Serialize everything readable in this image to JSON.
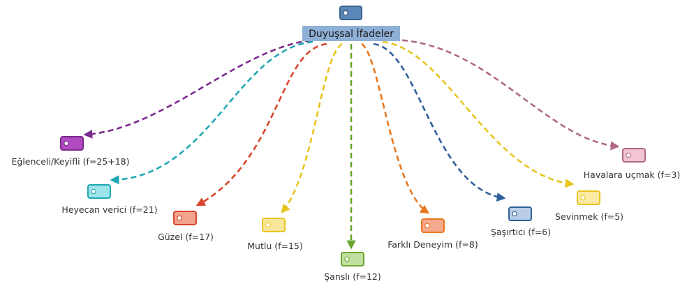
{
  "root": {
    "label": "Duyuşsal İfadeler",
    "icon": "tag-icon",
    "color": "#5a87b8",
    "highlight": "#8fb0d6"
  },
  "branches": [
    {
      "id": "eglenceli",
      "label": "Eğlenceli/Keyifli (f=25+18)",
      "color": "#7b2a8c",
      "fill": "#b14bc2",
      "icon": "tag-icon"
    },
    {
      "id": "heyecan",
      "label": "Heyecan verici (f=21)",
      "color": "#1ea7b3",
      "fill": "#9fe4ea",
      "icon": "tag-icon"
    },
    {
      "id": "guzel",
      "label": "Güzel (f=17)",
      "color": "#d9452b",
      "fill": "#f2a48f",
      "icon": "tag-icon"
    },
    {
      "id": "mutlu",
      "label": "Mutlu (f=15)",
      "color": "#e8c41e",
      "fill": "#f8e79a",
      "icon": "tag-icon"
    },
    {
      "id": "sansli",
      "label": "Şanslı (f=12)",
      "color": "#6aa52a",
      "fill": "#bfe0a0",
      "icon": "tag-icon"
    },
    {
      "id": "farkli",
      "label": "Farklı Deneyim (f=8)",
      "color": "#e8771e",
      "fill": "#f5a98f",
      "icon": "tag-icon"
    },
    {
      "id": "sasirtici",
      "label": "Şaşırtıcı (f=6)",
      "color": "#2f5f9a",
      "fill": "#b9cde6",
      "icon": "tag-icon"
    },
    {
      "id": "sevinmek",
      "label": "Sevinmek (f=5)",
      "color": "#e8c41e",
      "fill": "#faeaa4",
      "icon": "tag-icon"
    },
    {
      "id": "havalara",
      "label": "Havalara uçmak (f=3)",
      "color": "#b06a88",
      "fill": "#f2c4d4",
      "icon": "tag-icon"
    }
  ]
}
